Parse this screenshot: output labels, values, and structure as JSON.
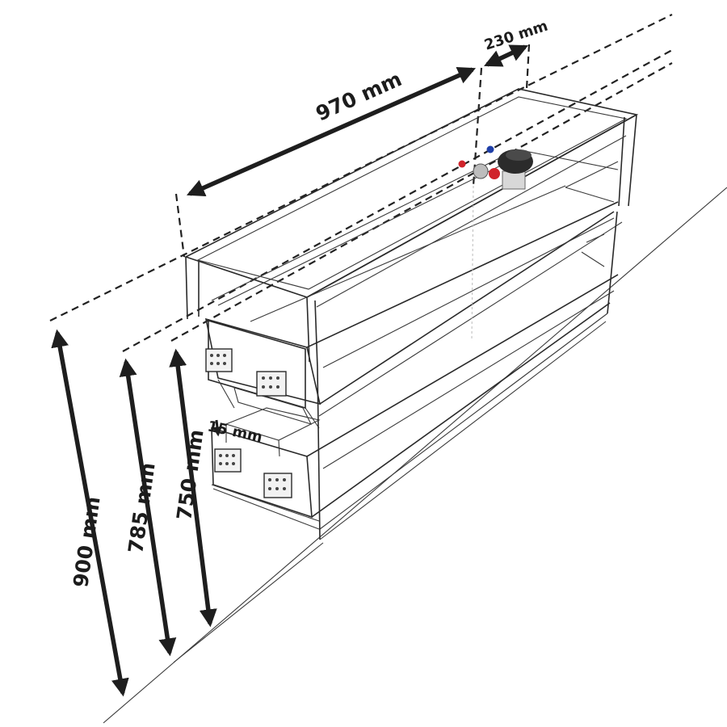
{
  "dimensions": {
    "width": "970 mm",
    "depth_offset": "230 mm",
    "height_total": "900 mm",
    "height_mid": "785 mm",
    "height_low": "750 mm",
    "gap": "15 mm"
  },
  "colors": {
    "line": "#2a2a2a",
    "arrow": "#1e1e1e",
    "valve_red": "#d0242b",
    "valve_blue": "#1f3fa8",
    "siphon_dark": "#2b2b2b"
  }
}
